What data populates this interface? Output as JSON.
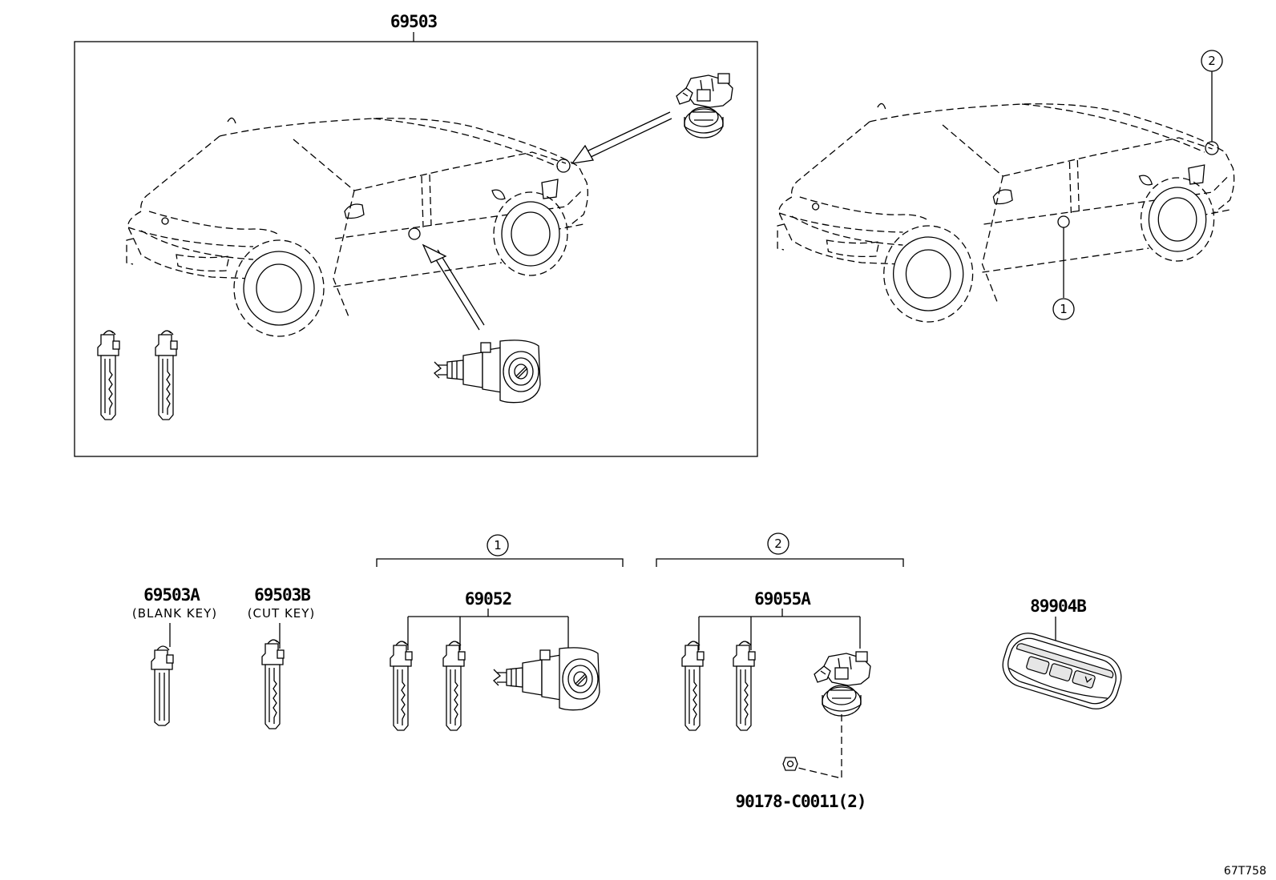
{
  "labels": {
    "assembly_top": "69503",
    "blank_key_part": "69503A",
    "blank_key_desc": "(BLANK KEY)",
    "cut_key_part": "69503B",
    "cut_key_desc": "(CUT KEY)",
    "group1_part": "69052",
    "group2_part": "69055A",
    "fob_part": "89904B",
    "bolt_part": "90178-C0011(2)",
    "ref_code": "67T758"
  },
  "callouts": {
    "c1": "1",
    "c2": "2"
  }
}
